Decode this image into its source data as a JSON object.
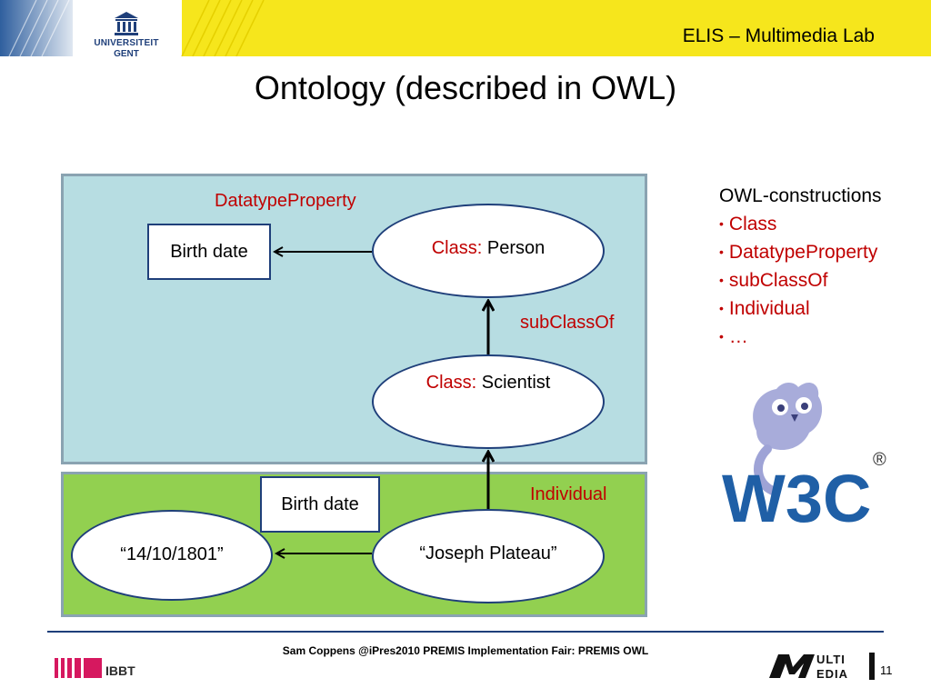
{
  "header": {
    "title": "ELIS – Multimedia Lab",
    "university_logo": {
      "icon": "university-building-icon",
      "line1": "UNIVERSITEIT",
      "line2": "GENT"
    }
  },
  "slide": {
    "title": "Ontology (described in OWL)"
  },
  "diagram": {
    "labels": {
      "datatype_property": "DatatypeProperty",
      "subclassof": "subClassOf",
      "individual": "Individual"
    },
    "class_prefix": "Class:",
    "nodes": {
      "person": "Person",
      "scientist": "Scientist",
      "birth_date_class": "Birth date",
      "birth_date_individual": "Birth date",
      "plateau": "“Joseph Plateau”",
      "date_value": "“14/10/1801”"
    }
  },
  "owl_constructions": {
    "title": "OWL-constructions",
    "items": [
      "Class",
      "DatatypeProperty",
      "subClassOf",
      "Individual",
      "…"
    ]
  },
  "footer": {
    "text": "Sam Coppens @iPres2010 PREMIS Implementation Fair: PREMIS OWL",
    "page_number": "11",
    "ibbt_logo": "IBBT",
    "multimedia_logo": {
      "line1": "ULTI",
      "line2": "EDIA"
    }
  },
  "logos": {
    "w3c": "W3C",
    "registered": "®"
  },
  "colors": {
    "accent_red": "#c00000",
    "header_yellow": "#f6e61c",
    "brand_blue": "#1f3f7a",
    "panel_blue": "#b7dde2",
    "panel_green": "#92d050"
  }
}
